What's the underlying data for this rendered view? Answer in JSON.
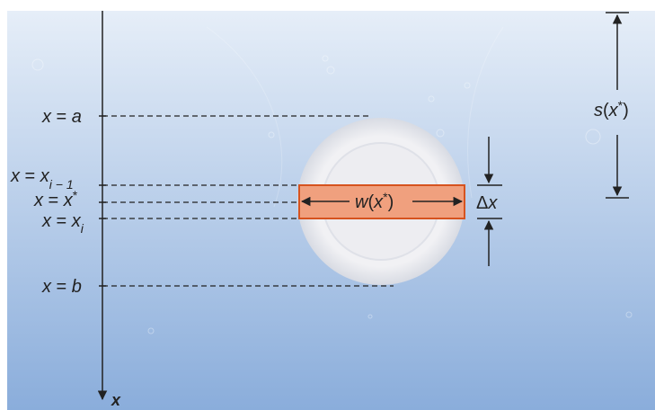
{
  "labels": {
    "x_eq_a": {
      "lhs": "x",
      "eq": " = ",
      "rhs": "a"
    },
    "x_eq_xi_minus_1": {
      "lhs": "x",
      "eq": " = ",
      "var": "x",
      "sub": "i − 1"
    },
    "x_eq_xstar": {
      "lhs": "x",
      "eq": " = ",
      "var": "x",
      "sup": "*"
    },
    "x_eq_xi": {
      "lhs": "x",
      "eq": " = ",
      "var": "x",
      "sub": "i"
    },
    "x_eq_b": {
      "lhs": "x",
      "eq": " = ",
      "rhs": "b"
    },
    "axis_x": "x",
    "width": {
      "fn": "w",
      "open": "(",
      "arg": "x",
      "star": "*",
      "close": ")"
    },
    "delta_x": {
      "delta": "Δ",
      "var": "x"
    },
    "depth": {
      "fn": "s",
      "open": "(",
      "arg": "x",
      "star": "*",
      "close": ")"
    }
  },
  "colors": {
    "water_top": "#e6eef8",
    "water_bottom": "#8aaddb",
    "strip_fill": "#f0a07e",
    "strip_stroke": "#d6531f",
    "plate_outer": "#f4f4f6",
    "plate_inner": "#ececf0",
    "line": "#222222"
  },
  "icons": {
    "arrow": "arrowhead-icon"
  }
}
